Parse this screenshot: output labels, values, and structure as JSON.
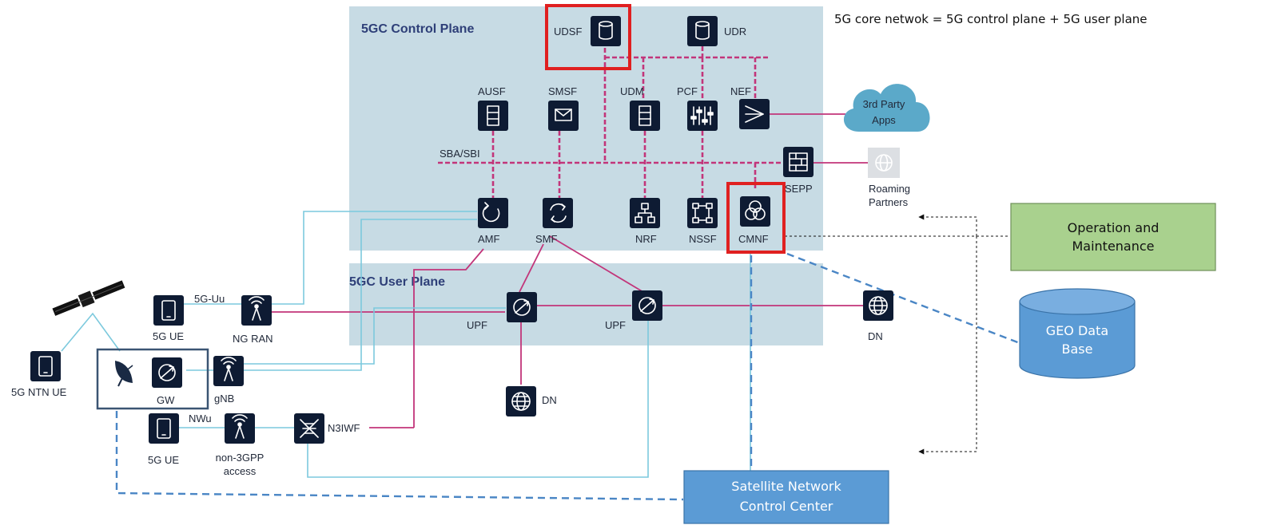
{
  "caption": "5G core netwok = 5G control plane + 5G user plane",
  "planes": {
    "control": "5GC Control Plane",
    "user": "5GC User Plane"
  },
  "bus_label": "SBA/SBI",
  "functions": {
    "udsf": "UDSF",
    "udr": "UDR",
    "ausf": "AUSF",
    "smsf": "SMSF",
    "udm": "UDM",
    "pcf": "PCF",
    "nef": "NEF",
    "sepp": "SEPP",
    "amf": "AMF",
    "smf": "SMF",
    "nrf": "NRF",
    "nssf": "NSSF",
    "cmnf": "CMNF",
    "upf1": "UPF",
    "upf2": "UPF",
    "dn_right": "DN",
    "dn_bottom": "DN",
    "n3iwf": "N3IWF"
  },
  "access": {
    "ue_top": "5G UE",
    "uu": "5G-Uu",
    "ng_ran": "NG RAN",
    "ntn_ue": "5G NTN UE",
    "gw": "GW",
    "gnb": "gNB",
    "nwu": "NWu",
    "ue_bottom": "5G UE",
    "non3gpp_1": "non-3GPP",
    "non3gpp_2": "access"
  },
  "external": {
    "apps_1": "3rd Party",
    "apps_2": "Apps",
    "roaming_1": "Roaming",
    "roaming_2": "Partners"
  },
  "boxes": {
    "om_1": "Operation and",
    "om_2": "Maintenance",
    "geo_1": "GEO Data",
    "geo_2": "Base",
    "sncc_1": "Satellite Network",
    "sncc_2": "Control Center"
  },
  "colors": {
    "plane_bg": "#c7dbe4",
    "tile": "#0e1b33",
    "sba_bus": "#c2357a",
    "user_link": "#c2357a",
    "access_link": "#7cc9dd",
    "highlight": "#e02020",
    "dashed_link": "#4a86c5",
    "om_box": "#a9d18e",
    "blue_box": "#5b9bd5",
    "cloud": "#5ba9c9"
  }
}
